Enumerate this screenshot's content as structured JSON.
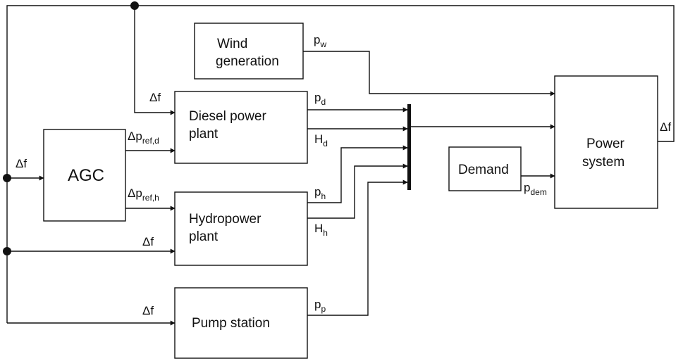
{
  "blocks": {
    "wind": [
      "Wind",
      "generation"
    ],
    "diesel": [
      "Diesel power",
      "plant"
    ],
    "agc": "AGC",
    "hydro": [
      "Hydropower",
      "plant"
    ],
    "pump": "Pump station",
    "demand": "Demand",
    "power_system": [
      "Power",
      "system"
    ]
  },
  "signals": {
    "delta_f": "Δf",
    "p": "p",
    "H": "H",
    "delta_p": "Δp",
    "sub_w": "w",
    "sub_d": "d",
    "sub_h": "h",
    "sub_p": "p",
    "sub_dem": "dem",
    "sub_ref_d": "ref,d",
    "sub_ref_h": "ref,h"
  }
}
